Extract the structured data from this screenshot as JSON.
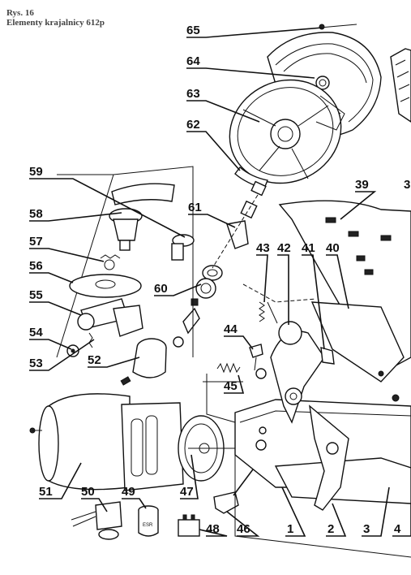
{
  "caption": {
    "line1": "Rys. 16",
    "line2": "Elementy  krajalnicy 612p"
  },
  "labels": {
    "l65": "65",
    "l64": "64",
    "l63": "63",
    "l62": "62",
    "l59": "59",
    "l58": "58",
    "l57": "57",
    "l56": "56",
    "l55": "55",
    "l54": "54",
    "l53": "53",
    "l52": "52",
    "l61": "61",
    "l60": "60",
    "l43": "43",
    "l42": "42",
    "l41": "41",
    "l40": "40",
    "l39": "39",
    "l3cut": "3",
    "l44": "44",
    "l45": "45",
    "l51": "51",
    "l50": "50",
    "l49": "49",
    "l47": "47",
    "l48": "48",
    "l46": "46",
    "l1": "1",
    "l2": "2",
    "l3": "3",
    "l4": "4"
  },
  "part_49_marking": "ESR"
}
